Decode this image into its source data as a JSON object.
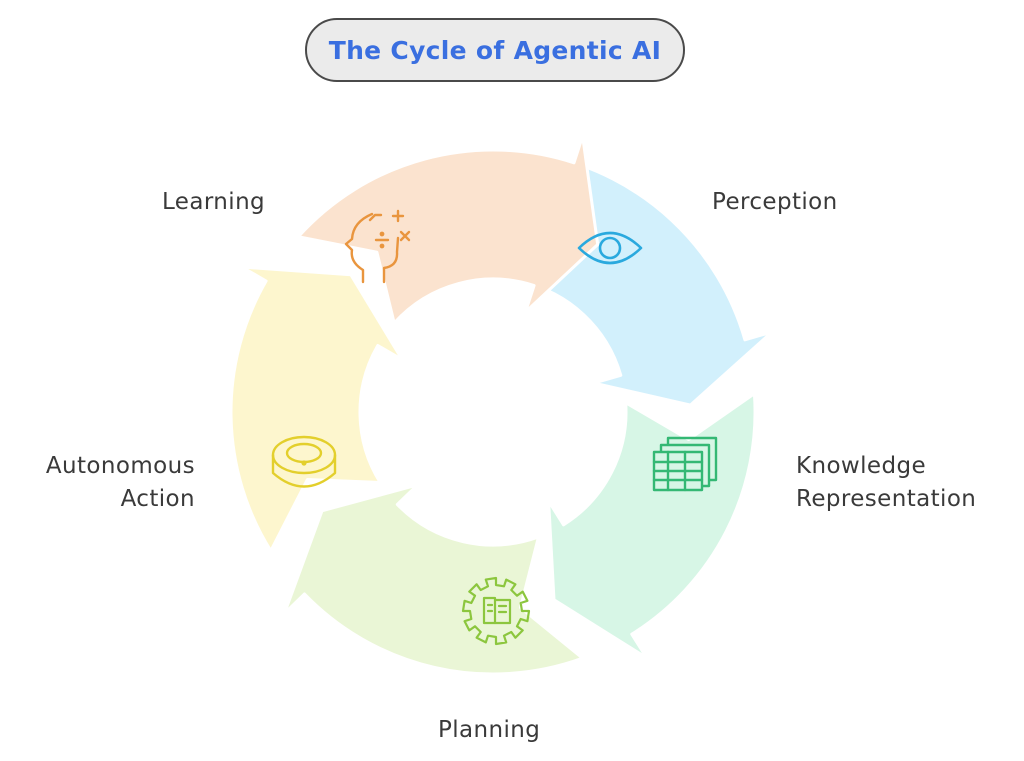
{
  "title": "The Cycle of Agentic AI",
  "stages": {
    "learning": {
      "label": "Learning",
      "icon": "brain-math-icon",
      "color": "#fbe3cf",
      "stroke": "#e9953e"
    },
    "perception": {
      "label": "Perception",
      "icon": "eye-icon",
      "color": "#d2f0fc",
      "stroke": "#2aa9de"
    },
    "knowledge": {
      "label_line1": "Knowledge",
      "label_line2": "Representation",
      "icon": "spreadsheet-stack-icon",
      "color": "#d7f6e6",
      "stroke": "#34b874"
    },
    "planning": {
      "label": "Planning",
      "icon": "gear-document-icon",
      "color": "#eaf6d6",
      "stroke": "#8cc63e"
    },
    "action": {
      "label_line1": "Autonomous",
      "label_line2": "Action",
      "icon": "robot-vacuum-icon",
      "color": "#fdf6ce",
      "stroke": "#e3cf2c"
    }
  }
}
